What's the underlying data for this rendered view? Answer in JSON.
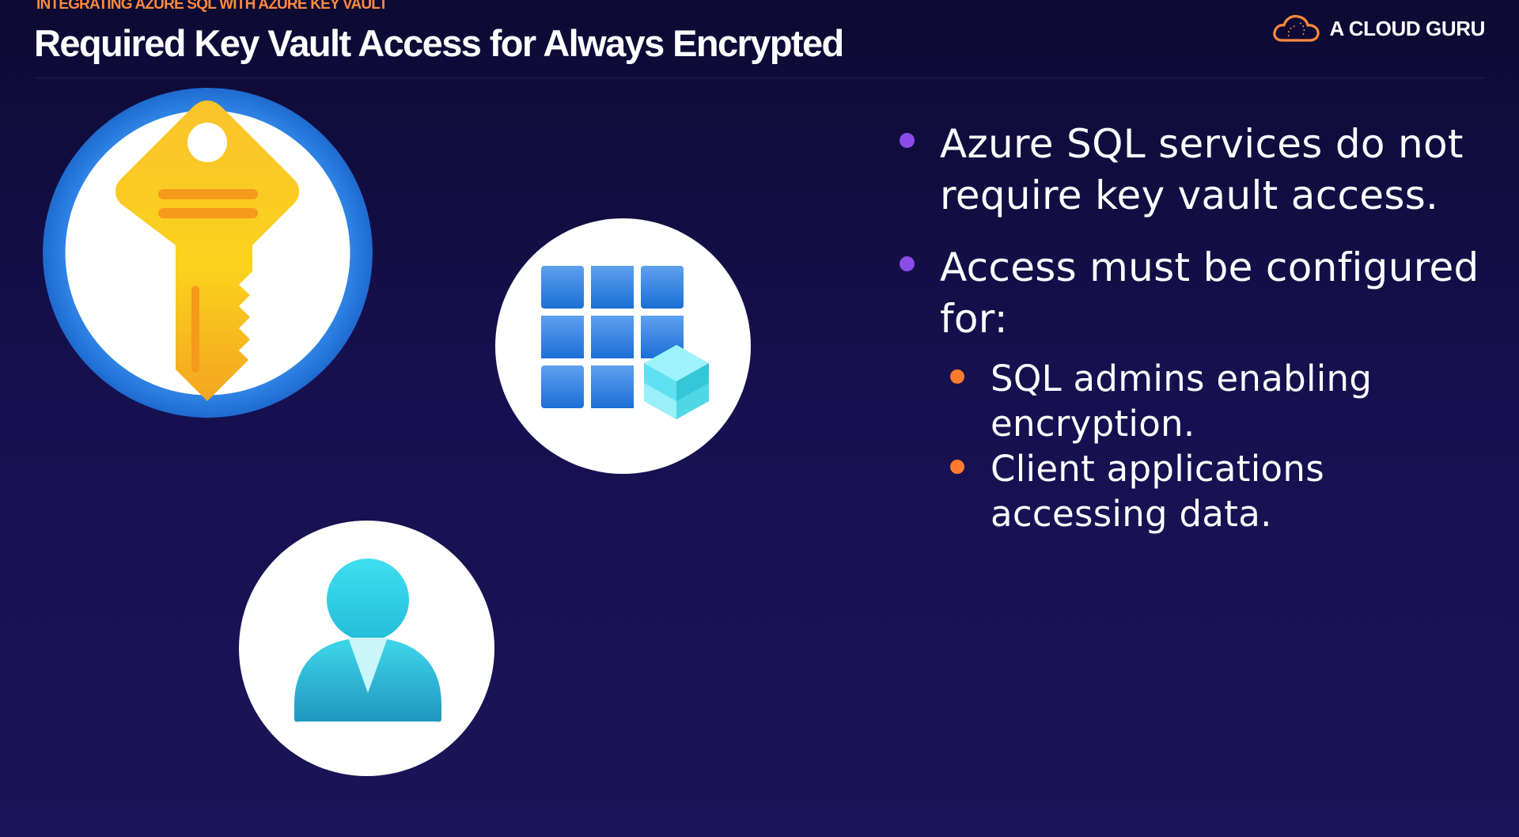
{
  "header": {
    "kicker": "INTEGRATING AZURE SQL WITH AZURE KEY VAULT",
    "title": "Required Key Vault Access for Always Encrypted",
    "brand": "A CLOUD GURU"
  },
  "icons": {
    "left_top": "key-vault-icon",
    "center": "sql-database-icon",
    "left_bottom": "user-icon",
    "brand_logo": "cloud-logo-icon"
  },
  "bullets": [
    {
      "text": "Azure SQL services do not require key vault access."
    },
    {
      "text": "Access must be configured for:"
    }
  ],
  "sub_bullets": [
    {
      "text": "SQL admins enabling encryption."
    },
    {
      "text": "Client applications accessing data."
    }
  ],
  "colors": {
    "background": "#16104f",
    "accent_orange": "#ff8a3d",
    "accent_purple": "#8b4de8"
  }
}
